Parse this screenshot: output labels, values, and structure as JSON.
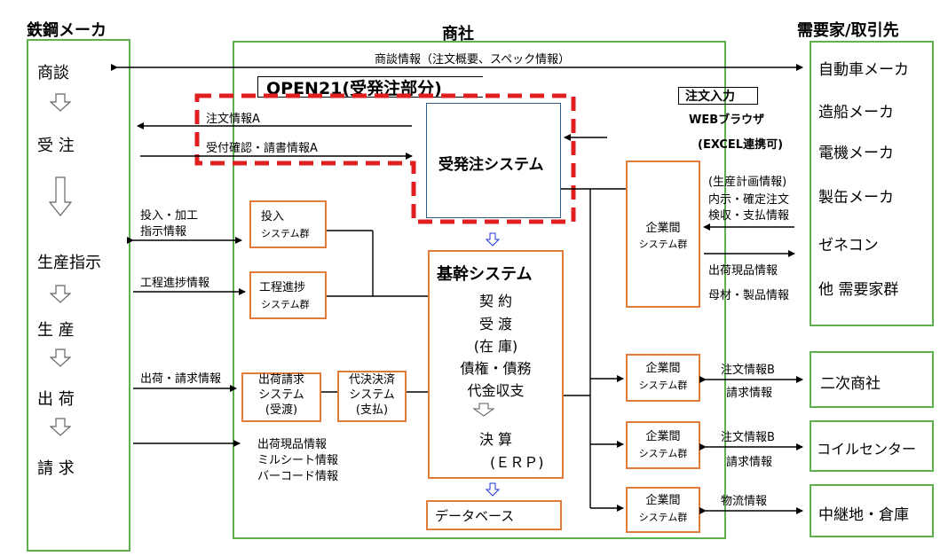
{
  "headers": {
    "steel_maker": "鉄鋼メーカ",
    "trading_company": "商社",
    "demand": "需要家/取引先"
  },
  "steel_flow": [
    "商談",
    "受 注",
    "生産指示",
    "生 産",
    "出 荷",
    "請 求"
  ],
  "customers": [
    "自動車メーカ",
    "造船メーカ",
    "電機メーカ",
    "製缶メーカ",
    "ゼネコン",
    "他 需要家群"
  ],
  "partners": [
    "二次商社",
    "コイルセンター",
    "中継地・倉庫"
  ],
  "open21": {
    "title": "OPEN21(受発注部分)",
    "system": "受発注システム"
  },
  "web_input": {
    "title": "注文入力",
    "browser": "WEBブラウザ",
    "excel": "(EXCEL連携可)"
  },
  "flows": {
    "negotiation": "商談情報（注文概要、スペック情報）",
    "order_a": "注文情報A",
    "accept_a": "受付確認・請書情報A",
    "input_instr": [
      "投入・加工",
      "指示情報"
    ],
    "progress": "工程進捗情報",
    "ship_bill": "出荷・請求情報",
    "ship_info": [
      "出荷現品情報",
      "ミルシート情報",
      "バーコード情報"
    ],
    "customer_in": [
      "(生産計画情報)",
      "内示・確定注文",
      "検収・支払情報"
    ],
    "customer_out": [
      "出荷現品情報",
      "母材・製品情報"
    ],
    "partner1": [
      "注文情報B",
      "請求情報"
    ],
    "partner2": [
      "注文情報B",
      "請求情報"
    ],
    "partner3": "物流情報"
  },
  "subsystems": {
    "input": [
      "投入",
      "システム群"
    ],
    "progress": [
      "工程進捗",
      "システム群"
    ],
    "shipping": [
      "出荷請求",
      "システム",
      "(受渡)"
    ],
    "settle": [
      "代決決済",
      "システム",
      "(支払)"
    ],
    "inter1": [
      "企業間",
      "システム群"
    ],
    "inter2": [
      "企業間",
      "システム群"
    ],
    "inter3": [
      "企業間",
      "システム群"
    ],
    "inter4": [
      "企業間",
      "システム群"
    ]
  },
  "core": {
    "title": "基幹システム",
    "items": [
      "契 約",
      "受 渡",
      "(在 庫)",
      "債権・債務",
      "代金収支"
    ],
    "settle": "決 算",
    "erp": "(ＥＲＰ)"
  },
  "database": "データベース"
}
